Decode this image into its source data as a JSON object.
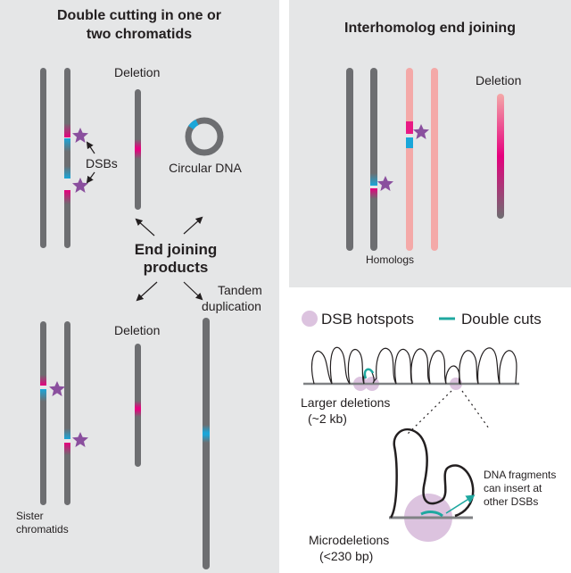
{
  "left_panel": {
    "title_line1": "Double cutting in one or",
    "title_line2": "two chromatids",
    "dsbs_label": "DSBs",
    "deletion_top_label": "Deletion",
    "circular_label": "Circular DNA",
    "products_line1": "End joining",
    "products_line2": "products",
    "deletion_bottom_label": "Deletion",
    "tandem_line1": "Tandem",
    "tandem_line2": "duplication",
    "sister_line1": "Sister",
    "sister_line2": "chromatids"
  },
  "right_top_panel": {
    "title": "Interhomolog end joining",
    "deletion_label": "Deletion",
    "homologs_label": "Homologs"
  },
  "right_bottom_panel": {
    "legend_hotspots": "DSB hotspots",
    "legend_double_cuts": "Double cuts",
    "larger_line1": "Larger deletions",
    "larger_line2": "(~2 kb)",
    "fragments_line1": "DNA fragments",
    "fragments_line2": "can insert at",
    "fragments_line3": "other DSBs",
    "micro_line1": "Microdeletions",
    "micro_line2": "(<230 bp)"
  },
  "colors": {
    "panel_bg": "#e5e6e7",
    "chromosome_gray": "#6d6e71",
    "homolog_pink": "#f4a9a8",
    "magenta": "#e6007e",
    "cyan": "#1aa6d9",
    "star_purple": "#8a4f9e",
    "hotspot_lilac": "#dcc3df",
    "double_cut_teal": "#1fa8a0",
    "text": "#231f20"
  },
  "icons": [
    "dsb-star-icon",
    "circular-dna-icon",
    "arrow-icon"
  ]
}
